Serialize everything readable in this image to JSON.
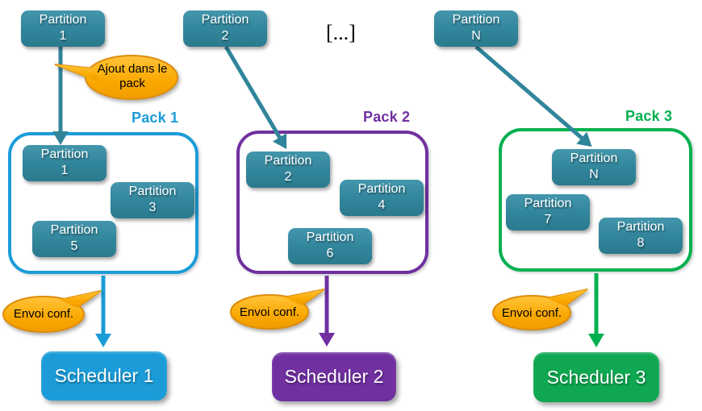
{
  "colors": {
    "teal": "#31859B",
    "teal_light": "#4396AC",
    "teal_dark": "#2B7A8E",
    "blue": "#1B9CD8",
    "purple": "#7030A0",
    "green": "#00B050",
    "green_fill": "#0FA751",
    "orange_border": "#DE8D0A",
    "orange_light": "#FFC43C",
    "orange_mid": "#FAA800",
    "orange_deep": "#F09C00"
  },
  "top_row": {
    "partitions": [
      {
        "line1": "Partition",
        "line2": "1"
      },
      {
        "line1": "Partition",
        "line2": "2"
      },
      {
        "line1": "Partition",
        "line2": "N"
      }
    ],
    "ellipsis": "[...]"
  },
  "callouts": {
    "ajout_line1": "Ajout dans le",
    "ajout_line2": "pack",
    "envoi": "Envoi conf."
  },
  "packs": [
    {
      "label": "Pack 1",
      "partitions": [
        {
          "line1": "Partition",
          "line2": "1"
        },
        {
          "line1": "Partition",
          "line2": "3"
        },
        {
          "line1": "Partition",
          "line2": "5"
        }
      ]
    },
    {
      "label": "Pack 2",
      "partitions": [
        {
          "line1": "Partition",
          "line2": "2"
        },
        {
          "line1": "Partition",
          "line2": "4"
        },
        {
          "line1": "Partition",
          "line2": "6"
        }
      ]
    },
    {
      "label": "Pack 3",
      "partitions": [
        {
          "line1": "Partition",
          "line2": "N"
        },
        {
          "line1": "Partition",
          "line2": "7"
        },
        {
          "line1": "Partition",
          "line2": "8"
        }
      ]
    }
  ],
  "schedulers": [
    {
      "label": "Scheduler 1"
    },
    {
      "label": "Scheduler 2"
    },
    {
      "label": "Scheduler 3"
    }
  ]
}
